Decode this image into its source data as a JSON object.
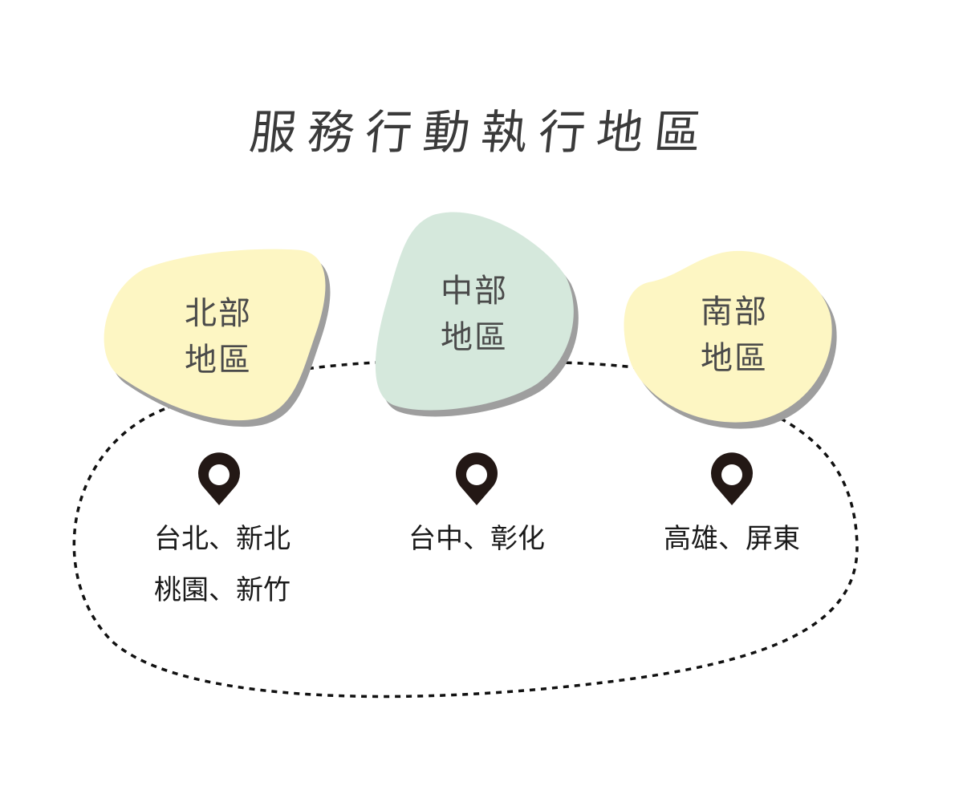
{
  "title": "服務行動執行地區",
  "regions": [
    {
      "name_line1": "北部",
      "name_line2": "地區",
      "fill": "#fdf6c3",
      "cities": [
        "台北、新北",
        "桃園、新竹"
      ]
    },
    {
      "name_line1": "中部",
      "name_line2": "地區",
      "fill": "#d5e8dc",
      "cities": [
        "台中、彰化"
      ]
    },
    {
      "name_line1": "南部",
      "name_line2": "地區",
      "fill": "#fdf6c3",
      "cities": [
        "高雄、屏東"
      ]
    }
  ],
  "colors": {
    "shadow": "#9e9e9e",
    "pin": "#231815",
    "dashed_outline": "#111111"
  },
  "icons": {
    "location_pin": "map-pin-icon"
  }
}
